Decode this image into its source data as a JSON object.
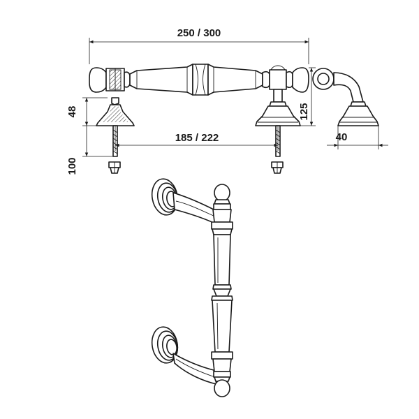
{
  "dimensions": {
    "overall_length": "250 / 300",
    "center_distance": "185 / 222",
    "projection_height": "48",
    "screw_length": "100",
    "total_height": "125",
    "base_diameter": "40"
  },
  "colors": {
    "line": "#1a1a1a",
    "background": "#ffffff"
  }
}
